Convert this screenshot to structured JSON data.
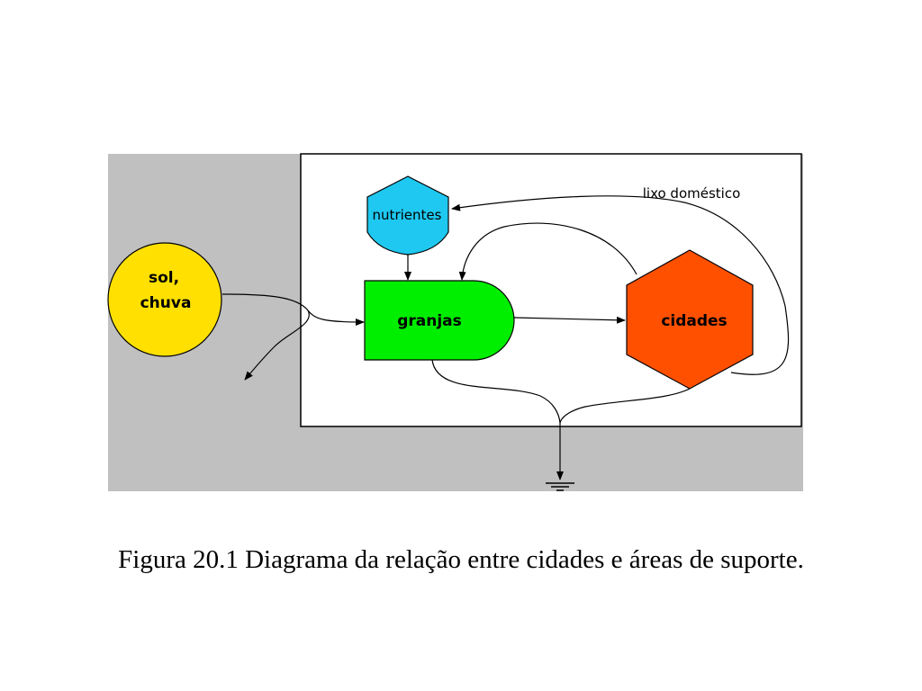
{
  "nodes": {
    "source": {
      "label_line1": "sol,",
      "label_line2": "chuva",
      "color": "#FFE000"
    },
    "nutrients": {
      "label": "nutrientes",
      "color": "#1EC8F0"
    },
    "farms": {
      "label": "granjas",
      "color": "#00EE00"
    },
    "cities": {
      "label": "cidades",
      "color": "#FF5000"
    }
  },
  "flows": {
    "waste_label": "lixo doméstico"
  },
  "colors": {
    "outside_background": "#C0C0C0",
    "system_background": "#FFFFFF",
    "line": "#000000"
  },
  "caption": "Figura 20.1 Diagrama da relação entre cidades e áreas de suporte."
}
